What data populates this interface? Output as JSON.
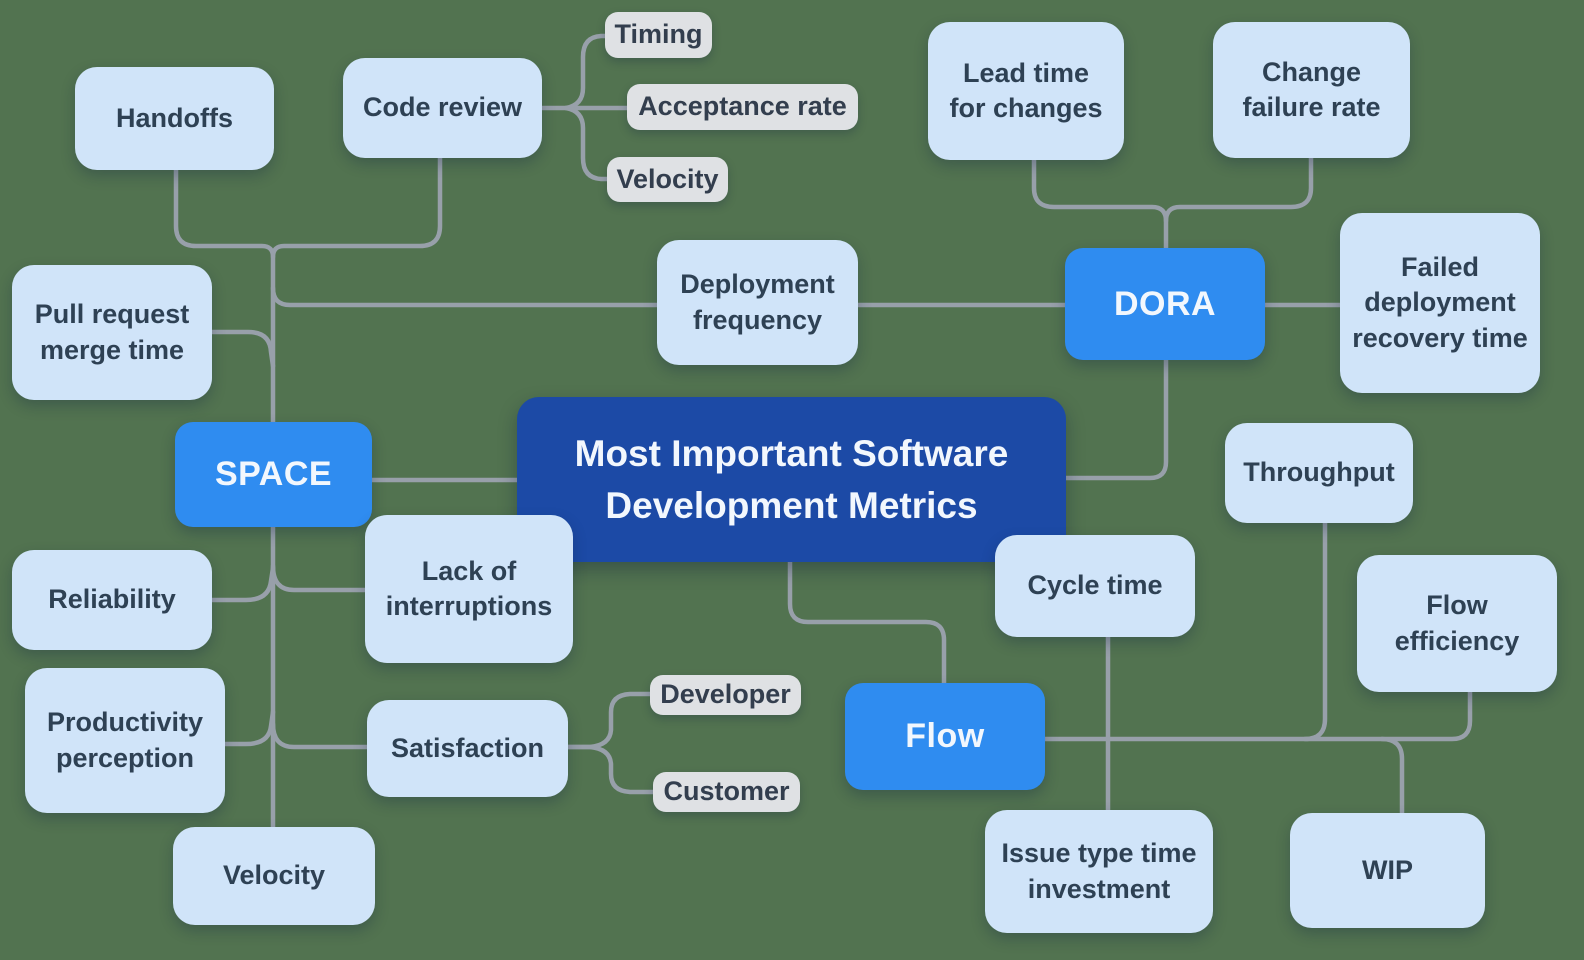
{
  "nodes": {
    "central": {
      "label": "Most Important Software\nDevelopment Metrics"
    },
    "space": {
      "label": "SPACE"
    },
    "dora": {
      "label": "DORA"
    },
    "flow": {
      "label": "Flow"
    },
    "handoffs": {
      "label": "Handoffs"
    },
    "code_review": {
      "label": "Code review"
    },
    "timing": {
      "label": "Timing"
    },
    "acceptance_rate": {
      "label": "Acceptance rate"
    },
    "velocity_top": {
      "label": "Velocity"
    },
    "lead_time": {
      "label": "Lead time\nfor changes"
    },
    "change_failure": {
      "label": "Change\nfailure rate"
    },
    "pull_request": {
      "label": "Pull request\nmerge time"
    },
    "deployment_frequency": {
      "label": "Deployment\nfrequency"
    },
    "failed_deployment": {
      "label": "Failed\ndeployment\nrecovery time"
    },
    "throughput": {
      "label": "Throughput"
    },
    "reliability": {
      "label": "Reliability"
    },
    "lack_of_interruptions": {
      "label": "Lack of\ninterruptions"
    },
    "cycle_time": {
      "label": "Cycle time"
    },
    "flow_efficiency": {
      "label": "Flow\nefficiency"
    },
    "productivity_perception": {
      "label": "Productivity\nperception"
    },
    "satisfaction": {
      "label": "Satisfaction"
    },
    "developer": {
      "label": "Developer"
    },
    "customer": {
      "label": "Customer"
    },
    "issue_type": {
      "label": "Issue type time\ninvestment"
    },
    "wip": {
      "label": "WIP"
    },
    "velocity_bottom": {
      "label": "Velocity"
    }
  },
  "edges": [
    [
      "central",
      "space"
    ],
    [
      "central",
      "dora"
    ],
    [
      "central",
      "flow"
    ],
    [
      "space",
      "handoffs"
    ],
    [
      "space",
      "code_review"
    ],
    [
      "code_review",
      "timing"
    ],
    [
      "code_review",
      "acceptance_rate"
    ],
    [
      "code_review",
      "velocity_top"
    ],
    [
      "space",
      "pull_request"
    ],
    [
      "space",
      "deployment_frequency"
    ],
    [
      "deployment_frequency",
      "dora"
    ],
    [
      "space",
      "reliability"
    ],
    [
      "space",
      "lack_of_interruptions"
    ],
    [
      "space",
      "productivity_perception"
    ],
    [
      "space",
      "satisfaction"
    ],
    [
      "satisfaction",
      "developer"
    ],
    [
      "satisfaction",
      "customer"
    ],
    [
      "space",
      "velocity_bottom"
    ],
    [
      "dora",
      "lead_time"
    ],
    [
      "dora",
      "change_failure"
    ],
    [
      "dora",
      "failed_deployment"
    ],
    [
      "flow",
      "cycle_time"
    ],
    [
      "flow",
      "throughput"
    ],
    [
      "flow",
      "flow_efficiency"
    ],
    [
      "flow",
      "issue_type"
    ],
    [
      "flow",
      "wip"
    ]
  ],
  "colors": {
    "background": "#527350",
    "node_fill": "#d0e4f9",
    "chip_fill": "#dfe1e4",
    "branch_fill": "#2f8cf0",
    "central_fill": "#1c4aa6",
    "text_dark": "#2e4154",
    "text_light": "#f2f7fd",
    "connector": "#98a0aa"
  }
}
